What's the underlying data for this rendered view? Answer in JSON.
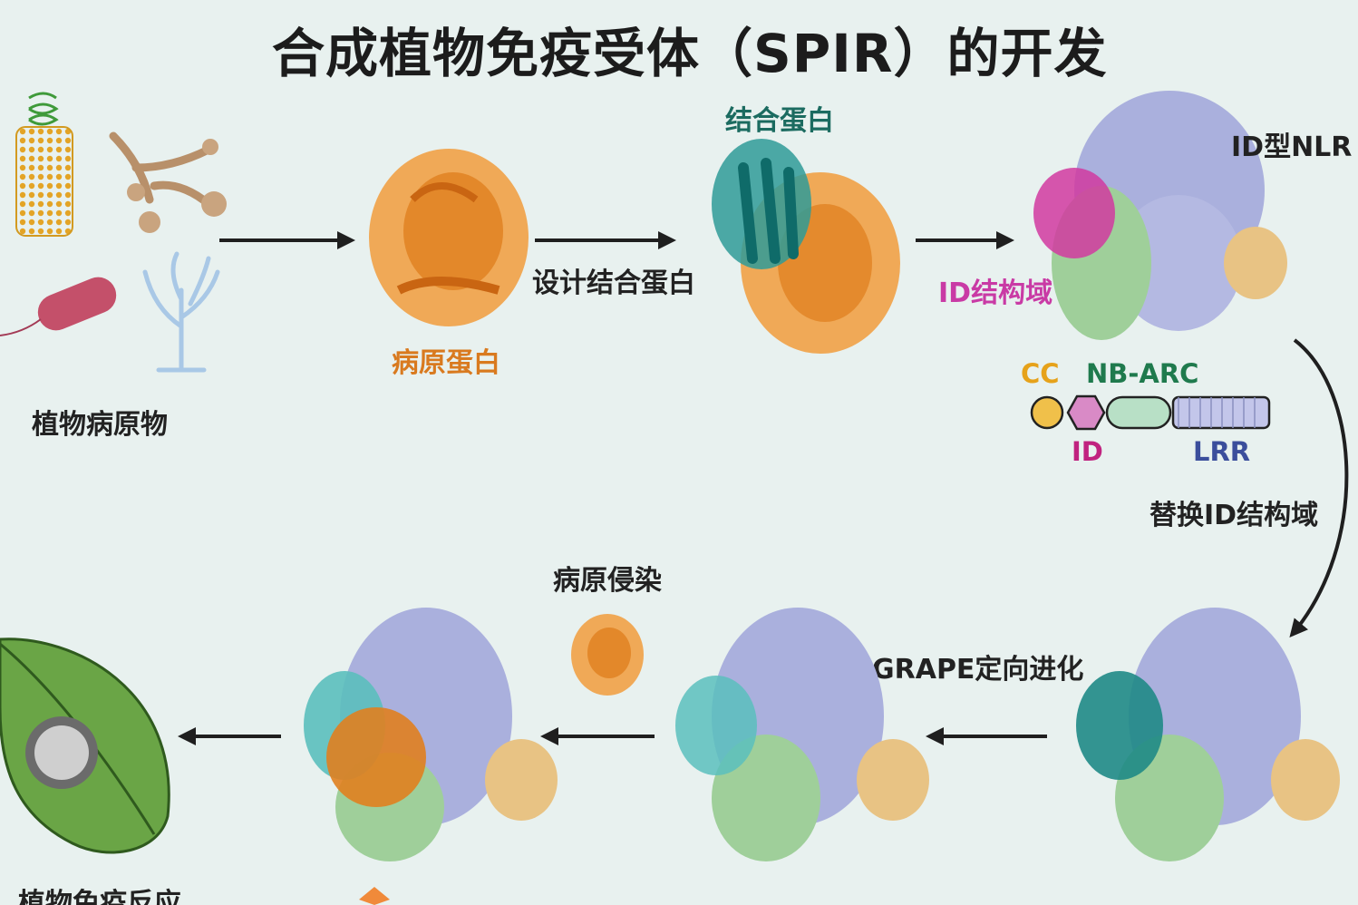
{
  "title": "合成植物免疫受体（SPIR）的开发",
  "labels": {
    "plant_pathogens": "植物病原物",
    "pathogen_protein": "病原蛋白",
    "design_binder": "设计结合蛋白",
    "binding_protein": "结合蛋白",
    "id_nlr": "ID型NLR",
    "id_domain": "ID结构域",
    "replace_id": "替换ID结构域",
    "grape_evolution": "GRAPE定向进化",
    "pathogen_infection": "病原侵染",
    "plant_immune_response": "植物免疫反应"
  },
  "domain_schematic": {
    "cc": "CC",
    "nb_arc": "NB-ARC",
    "id": "ID",
    "lrr": "LRR"
  },
  "colors": {
    "pathogen_protein": "#e58a2e",
    "binding_protein": "#1f8a86",
    "id_domain": "#d13aa0",
    "nb_arc": "#9fcf9a",
    "lrr": "#a9afd9",
    "cc": "#f0c04a",
    "accessory": "#e8c384",
    "arrow": "#1f1f1f",
    "leaf": "#5f9a3e"
  }
}
